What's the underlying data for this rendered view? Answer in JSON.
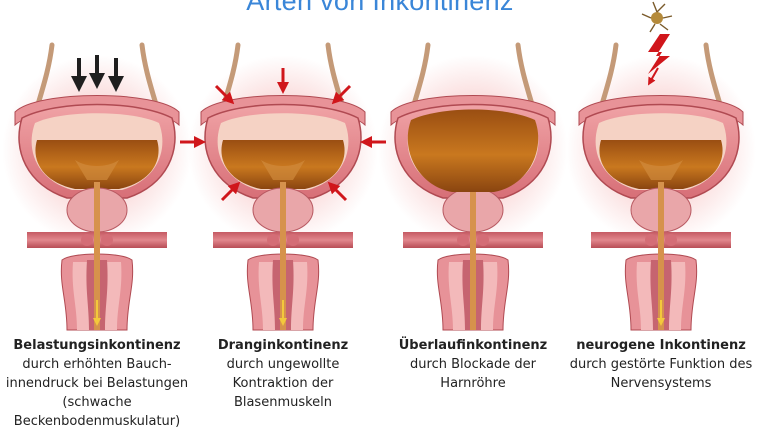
{
  "title": "Arten von Inkontinenz",
  "panels": [
    {
      "heading": "Belastungsinkontinenz",
      "description": "durch erhöhten Bauch-\ninnendruck bei Belastungen\n(schwache\nBeckenbodenmuskulatur)"
    },
    {
      "heading": "Dranginkontinenz",
      "description": "durch ungewollte\nKontraktion der\nBlasenmuskeln"
    },
    {
      "heading": "Überlaufinkontinenz",
      "description": "durch Blockade der\nHarnröhre"
    },
    {
      "heading": "neurogene Inkontinenz",
      "description": "durch gestörte Funktion des\nNervensystems"
    }
  ],
  "colors": {
    "title": "#3a86d8",
    "bladder_wall": "#e3868c",
    "urine": "#b8661b",
    "arrow_dark": "#1f1f1f",
    "arrow_red": "#d0161b",
    "flow": "#f3c83c"
  },
  "icons": [
    "pressure-arrow-icon",
    "contraction-arrow-icon",
    "lightning-bolt-icon",
    "nerve-cell-icon"
  ]
}
